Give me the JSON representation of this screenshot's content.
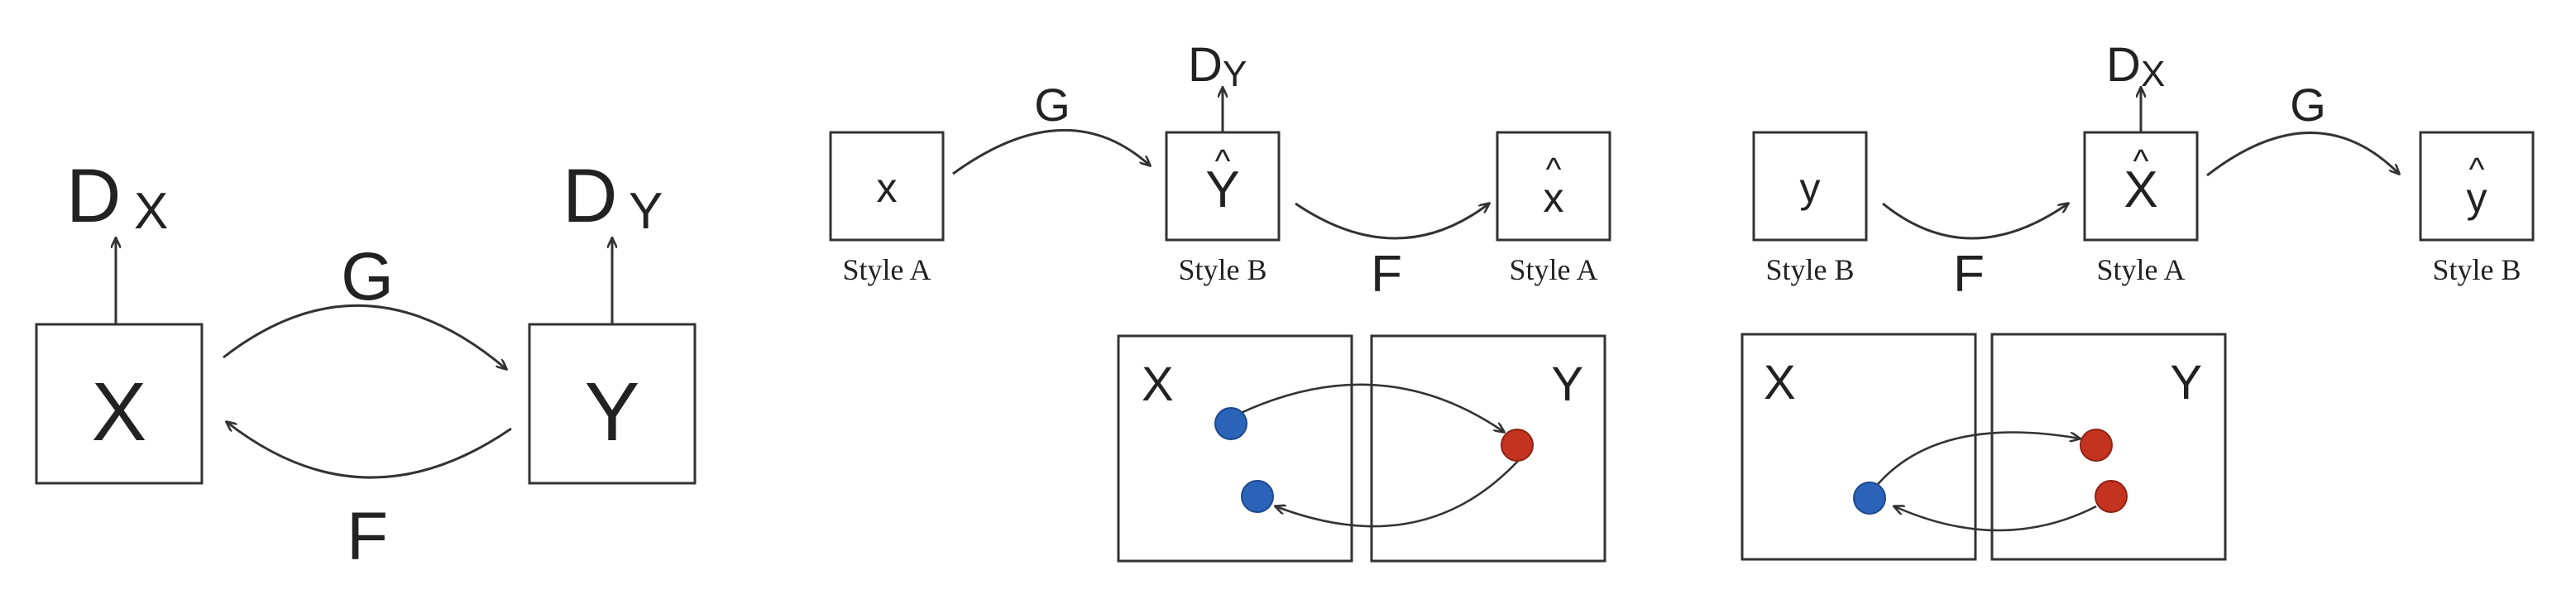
{
  "colors": {
    "blue_point": "#2a63b8",
    "red_point": "#c4331f",
    "stroke": "#333333"
  },
  "panel1": {
    "dx_symbol": "D",
    "dx_subscript": "X",
    "dy_symbol": "D",
    "dy_subscript": "Y",
    "box_x": "X",
    "box_y": "Y",
    "label_g": "G",
    "label_f": "F"
  },
  "panel2": {
    "box_x": "x",
    "box_yhat": "Y",
    "box_xhat": "x",
    "hat": "^",
    "style_x": "Style A",
    "style_yhat": "Style B",
    "style_xhat": "Style A",
    "d_symbol": "D",
    "d_subscript": "Y",
    "label_g": "G",
    "label_f": "F",
    "domain_x": "X",
    "domain_y": "Y"
  },
  "panel3": {
    "box_y": "y",
    "box_xhat": "X",
    "box_yhat": "y",
    "hat": "^",
    "style_y": "Style B",
    "style_xhat": "Style A",
    "style_yhat": "Style B",
    "d_symbol": "D",
    "d_subscript": "X",
    "label_f": "F",
    "label_g": "G",
    "domain_x": "X",
    "domain_y": "Y"
  }
}
